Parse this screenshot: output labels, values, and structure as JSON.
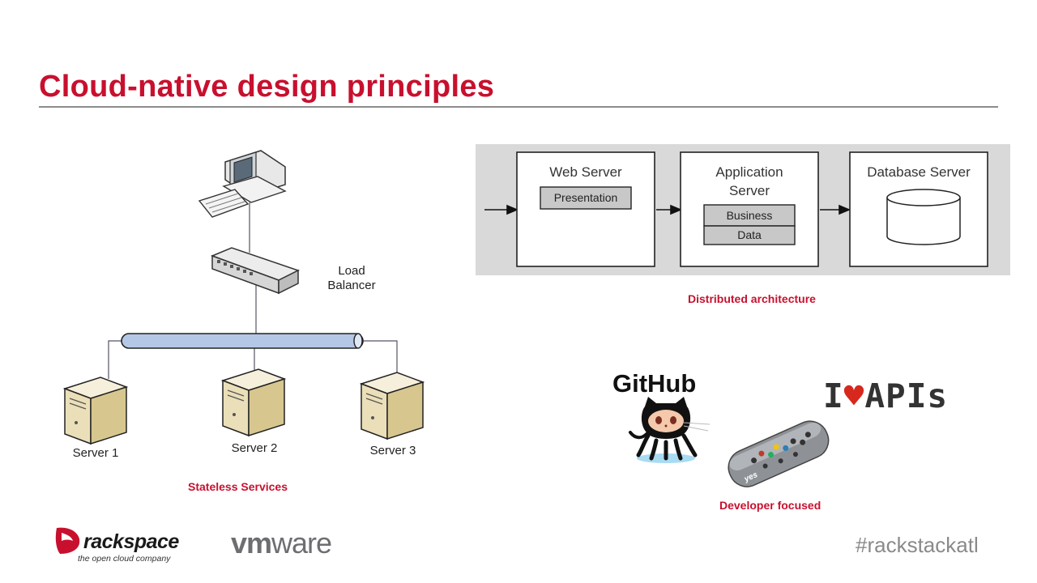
{
  "title": "Cloud-native design principles",
  "stateless": {
    "load_balancer_label": [
      "Load",
      "Balancer"
    ],
    "servers": [
      "Server 1",
      "Server 2",
      "Server 3"
    ],
    "caption": "Stateless Services"
  },
  "distributed": {
    "web_server": "Web Server",
    "presentation": "Presentation",
    "app_server": [
      "Application",
      "Server"
    ],
    "business": "Business",
    "data": "Data",
    "db_server": "Database Server",
    "caption": "Distributed architecture"
  },
  "developer": {
    "github": "GitHub",
    "i_love": "I",
    "heart": "♥",
    "apis": "APIs",
    "remote_text": "yes",
    "caption": "Developer focused"
  },
  "footer": {
    "rackspace_word": "rackspace",
    "rackspace_tagline": "the open cloud company",
    "vmware_vm": "vm",
    "vmware_ware": "ware",
    "hashtag": "#rackstackatl"
  },
  "colors": {
    "accent": "#c8102e",
    "heart": "#d7281e"
  }
}
